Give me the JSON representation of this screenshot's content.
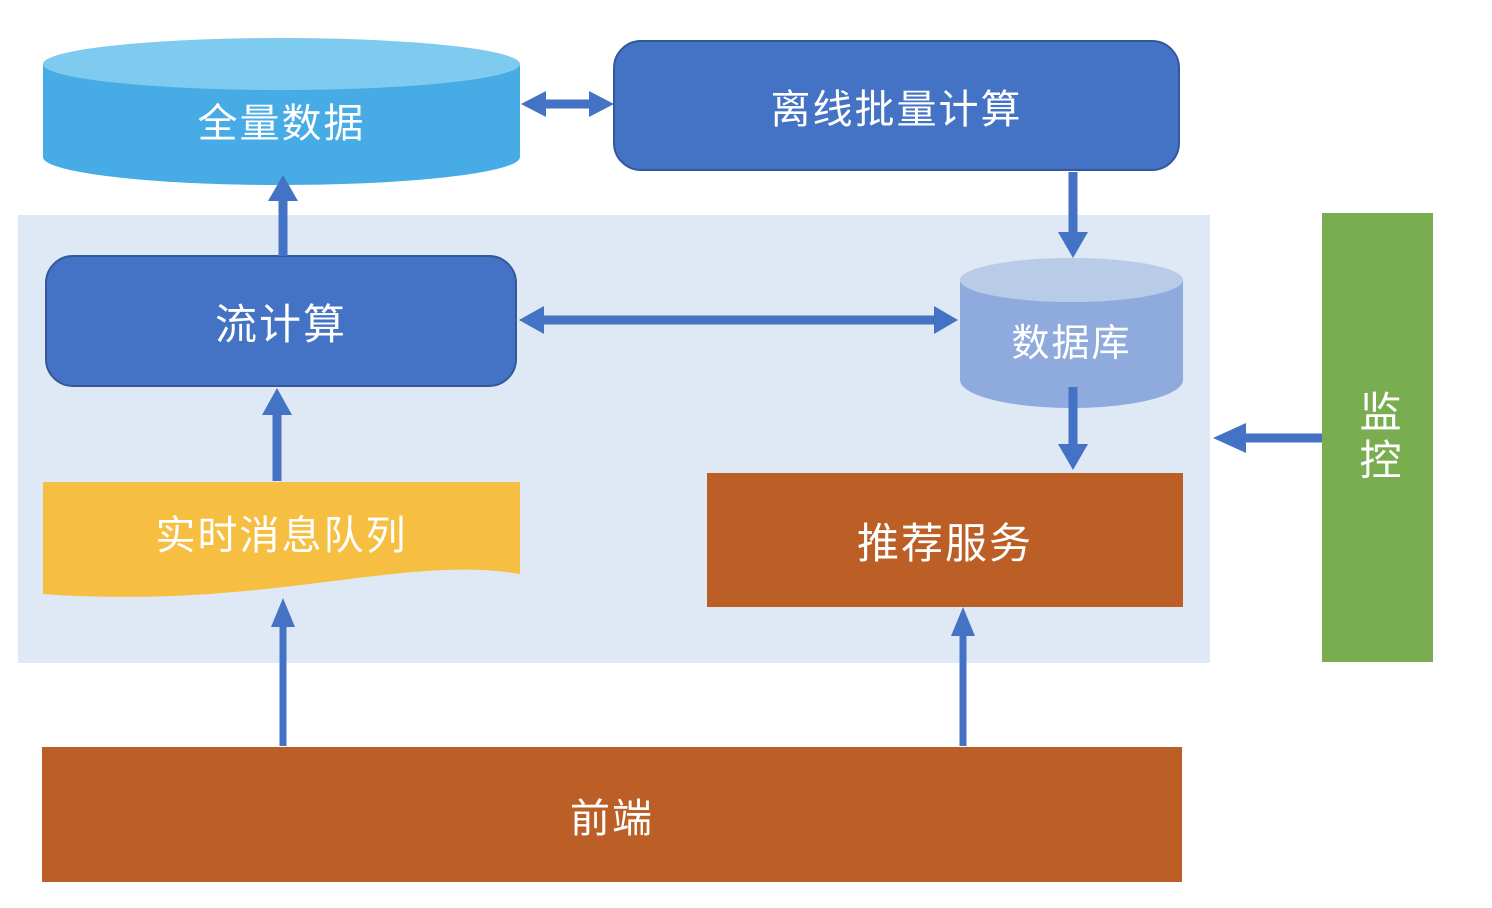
{
  "nodes": {
    "full_data": {
      "label": "全量数据"
    },
    "offline_batch": {
      "label": "离线批量计算"
    },
    "stream_compute": {
      "label": "流计算"
    },
    "database": {
      "label": "数据库"
    },
    "realtime_queue": {
      "label": "实时消息队列"
    },
    "recommend_service": {
      "label": "推荐服务"
    },
    "frontend": {
      "label": "前端"
    },
    "monitoring": {
      "label": "监控"
    }
  },
  "edges": [
    {
      "from": "full_data",
      "to": "offline_batch",
      "style": "bidirectional"
    },
    {
      "from": "offline_batch",
      "to": "database",
      "style": "one-way"
    },
    {
      "from": "stream_compute",
      "to": "full_data",
      "style": "one-way"
    },
    {
      "from": "stream_compute",
      "to": "database",
      "style": "bidirectional"
    },
    {
      "from": "realtime_queue",
      "to": "stream_compute",
      "style": "one-way"
    },
    {
      "from": "database",
      "to": "recommend_service",
      "style": "one-way"
    },
    {
      "from": "frontend",
      "to": "realtime_queue",
      "style": "one-way"
    },
    {
      "from": "frontend",
      "to": "recommend_service",
      "style": "one-way"
    },
    {
      "from": "monitoring",
      "to": "panel",
      "style": "one-way"
    }
  ],
  "colors": {
    "arrow": "#4472c4",
    "blue_box_fill": "#4472c4",
    "blue_box_border": "#35589b",
    "light_cylinder_body": "#47ace6",
    "light_cylinder_top": "#7ecbef",
    "db_cylinder_body": "#8faadc",
    "db_cylinder_top": "#b8cce8",
    "wave_fill": "#f6bf42",
    "orange_fill": "#bc5f26",
    "green_fill": "#7aac50",
    "panel_fill": "#dfe9f5",
    "text": "#ffffff"
  }
}
